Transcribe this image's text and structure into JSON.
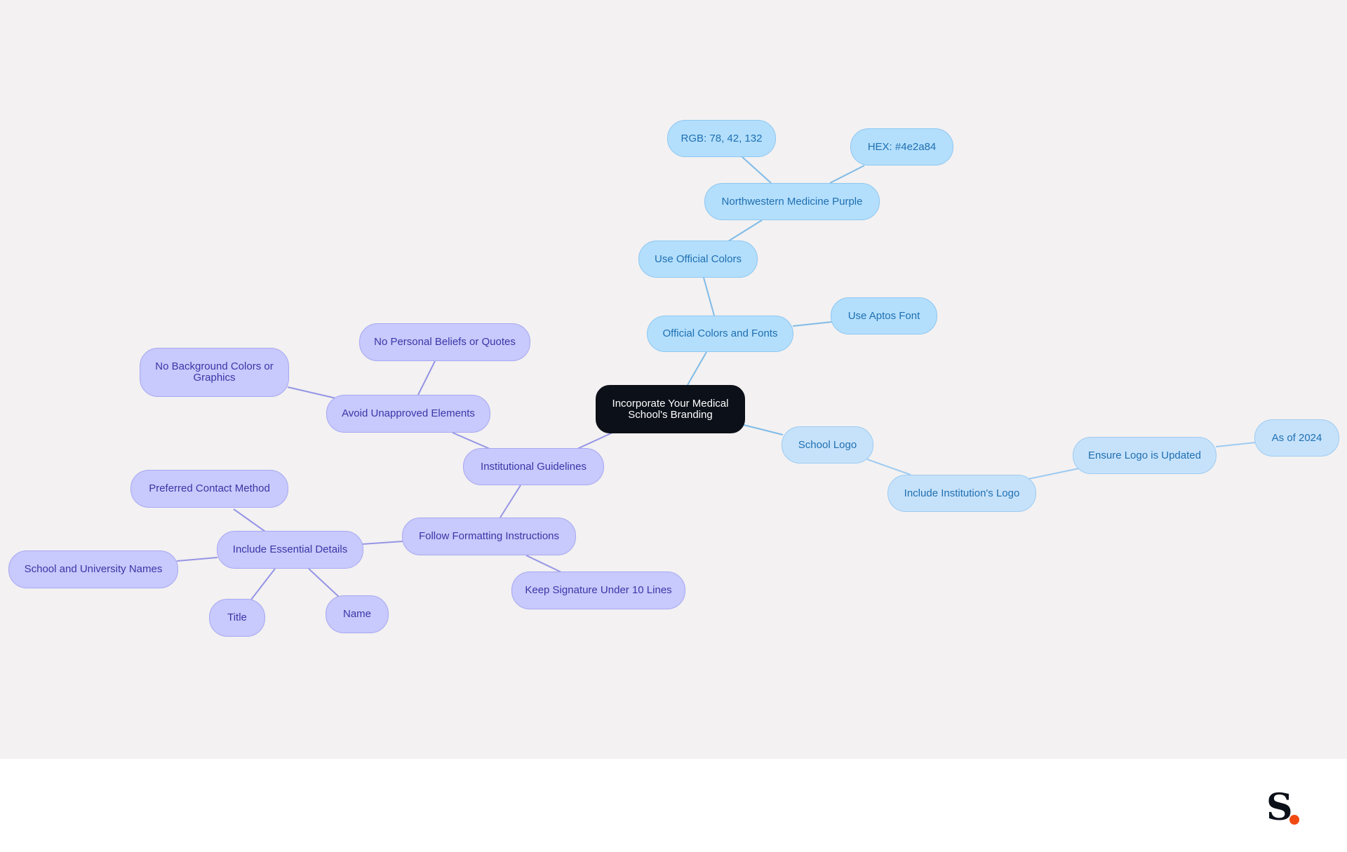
{
  "mindmap": {
    "root": "Incorporate Your Medical School's Branding",
    "colors": {
      "background": "#f3f1f1",
      "root_fill": "#0c1018",
      "blue_fill": "#b3dffd",
      "blue_text": "#1f6fb0",
      "purple_fill": "#c8c9fc",
      "purple_text": "#3a36a6",
      "blue_edge": "#7fbbe8",
      "purple_edge": "#9595e6"
    },
    "nodes": {
      "official_colors_fonts": "Official Colors and Fonts",
      "use_official_colors": "Use Official Colors",
      "northwestern_purple": "Northwestern Medicine Purple",
      "rgb": "RGB: 78, 42, 132",
      "hex": "HEX: #4e2a84",
      "use_aptos": "Use Aptos Font",
      "school_logo": "School Logo",
      "include_logo": "Include Institution's Logo",
      "ensure_logo": "Ensure Logo is Updated",
      "as_of_2024": "As of 2024",
      "institutional_guidelines": "Institutional Guidelines",
      "avoid_unapproved": "Avoid Unapproved Elements",
      "no_background": "No Background Colors or Graphics",
      "no_personal": "No Personal Beliefs or Quotes",
      "follow_formatting": "Follow Formatting Instructions",
      "keep_signature": "Keep Signature Under 10 Lines",
      "include_essential": "Include Essential Details",
      "preferred_contact": "Preferred Contact Method",
      "school_university": "School and University Names",
      "title": "Title",
      "name": "Name"
    }
  },
  "footer": {
    "logo_letter": "S",
    "logo_dot_color": "#f04a12"
  }
}
